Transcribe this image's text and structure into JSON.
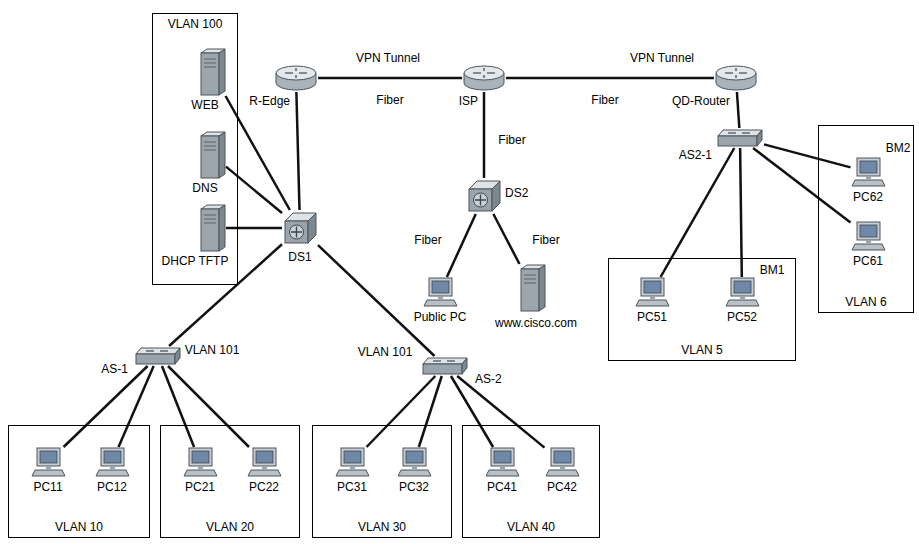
{
  "diagram": {
    "nodes": [
      {
        "text": [
          "VLAN 100"
        ]
      },
      {
        "text": [
          "WEB"
        ],
        "in": 0
      },
      {
        "text": [
          "DNS"
        ],
        "in": 0
      },
      {
        "text": [
          "DHCP TFTP"
        ],
        "in": 0
      },
      {
        "text": [
          "R-Edge"
        ]
      },
      {
        "text": [
          "ISP"
        ]
      },
      {
        "text": [
          "QD-Router"
        ]
      },
      {
        "text": [
          "DS1"
        ]
      },
      {
        "text": [
          "DS2"
        ]
      },
      {
        "text": [
          "AS2-1"
        ]
      },
      {
        "text": [
          "VLAN 6"
        ]
      },
      {
        "text": [
          "PC62"
        ],
        "in": 10
      },
      {
        "text": [
          "PC61"
        ],
        "in": 10
      },
      {
        "text": [
          "Public PC"
        ]
      },
      {
        "text": [
          "www.cisco.com"
        ]
      },
      {
        "text": [
          "VLAN 5"
        ]
      },
      {
        "text": [
          "PC51"
        ],
        "in": 15
      },
      {
        "text": [
          "PC52"
        ],
        "in": 15
      },
      {
        "text": [
          "AS-1"
        ]
      },
      {
        "text": [
          "AS-2"
        ]
      },
      {
        "text": [
          "VLAN 10"
        ]
      },
      {
        "text": [
          "PC11"
        ],
        "in": 20
      },
      {
        "text": [
          "PC12"
        ],
        "in": 20
      },
      {
        "text": [
          "VLAN 20"
        ]
      },
      {
        "text": [
          "PC21"
        ],
        "in": 23
      },
      {
        "text": [
          "PC22"
        ],
        "in": 23
      },
      {
        "text": [
          "VLAN 30"
        ]
      },
      {
        "text": [
          "PC31"
        ],
        "in": 26
      },
      {
        "text": [
          "PC32"
        ],
        "in": 26
      },
      {
        "text": [
          "VLAN 40"
        ]
      },
      {
        "text": [
          "PC41"
        ],
        "in": 29
      },
      {
        "text": [
          "PC42"
        ],
        "in": 29
      }
    ],
    "edges": [
      {
        "from": 4,
        "to": 5,
        "arrow": "none",
        "label": "Fiber"
      },
      {
        "from": 5,
        "to": 6,
        "arrow": "none",
        "label": "Fiber"
      },
      {
        "from": 4,
        "to": 7,
        "arrow": "none"
      },
      {
        "from": 5,
        "to": 8,
        "arrow": "none",
        "label": "Fiber"
      },
      {
        "from": 6,
        "to": 9,
        "arrow": "none"
      },
      {
        "from": 7,
        "to": 1,
        "arrow": "none"
      },
      {
        "from": 7,
        "to": 2,
        "arrow": "none"
      },
      {
        "from": 7,
        "to": 3,
        "arrow": "none"
      },
      {
        "from": 7,
        "to": 18,
        "arrow": "none"
      },
      {
        "from": 7,
        "to": 19,
        "arrow": "none"
      },
      {
        "from": 8,
        "to": 13,
        "arrow": "none",
        "label": "Fiber"
      },
      {
        "from": 8,
        "to": 14,
        "arrow": "none",
        "label": "Fiber"
      },
      {
        "from": 9,
        "to": 11,
        "arrow": "none"
      },
      {
        "from": 9,
        "to": 12,
        "arrow": "none"
      },
      {
        "from": 9,
        "to": 16,
        "arrow": "none"
      },
      {
        "from": 9,
        "to": 17,
        "arrow": "none"
      },
      {
        "from": 18,
        "to": 21,
        "arrow": "none"
      },
      {
        "from": 18,
        "to": 22,
        "arrow": "none"
      },
      {
        "from": 18,
        "to": 24,
        "arrow": "none"
      },
      {
        "from": 18,
        "to": 25,
        "arrow": "none"
      },
      {
        "from": 19,
        "to": 27,
        "arrow": "none"
      },
      {
        "from": 19,
        "to": 28,
        "arrow": "none"
      },
      {
        "from": 19,
        "to": 30,
        "arrow": "none"
      },
      {
        "from": 19,
        "to": 31,
        "arrow": "none"
      }
    ],
    "labels": [
      "VPN Tunnel",
      "VPN Tunnel",
      "VLAN 101",
      "VLAN 101",
      "BM1",
      "BM2"
    ]
  }
}
